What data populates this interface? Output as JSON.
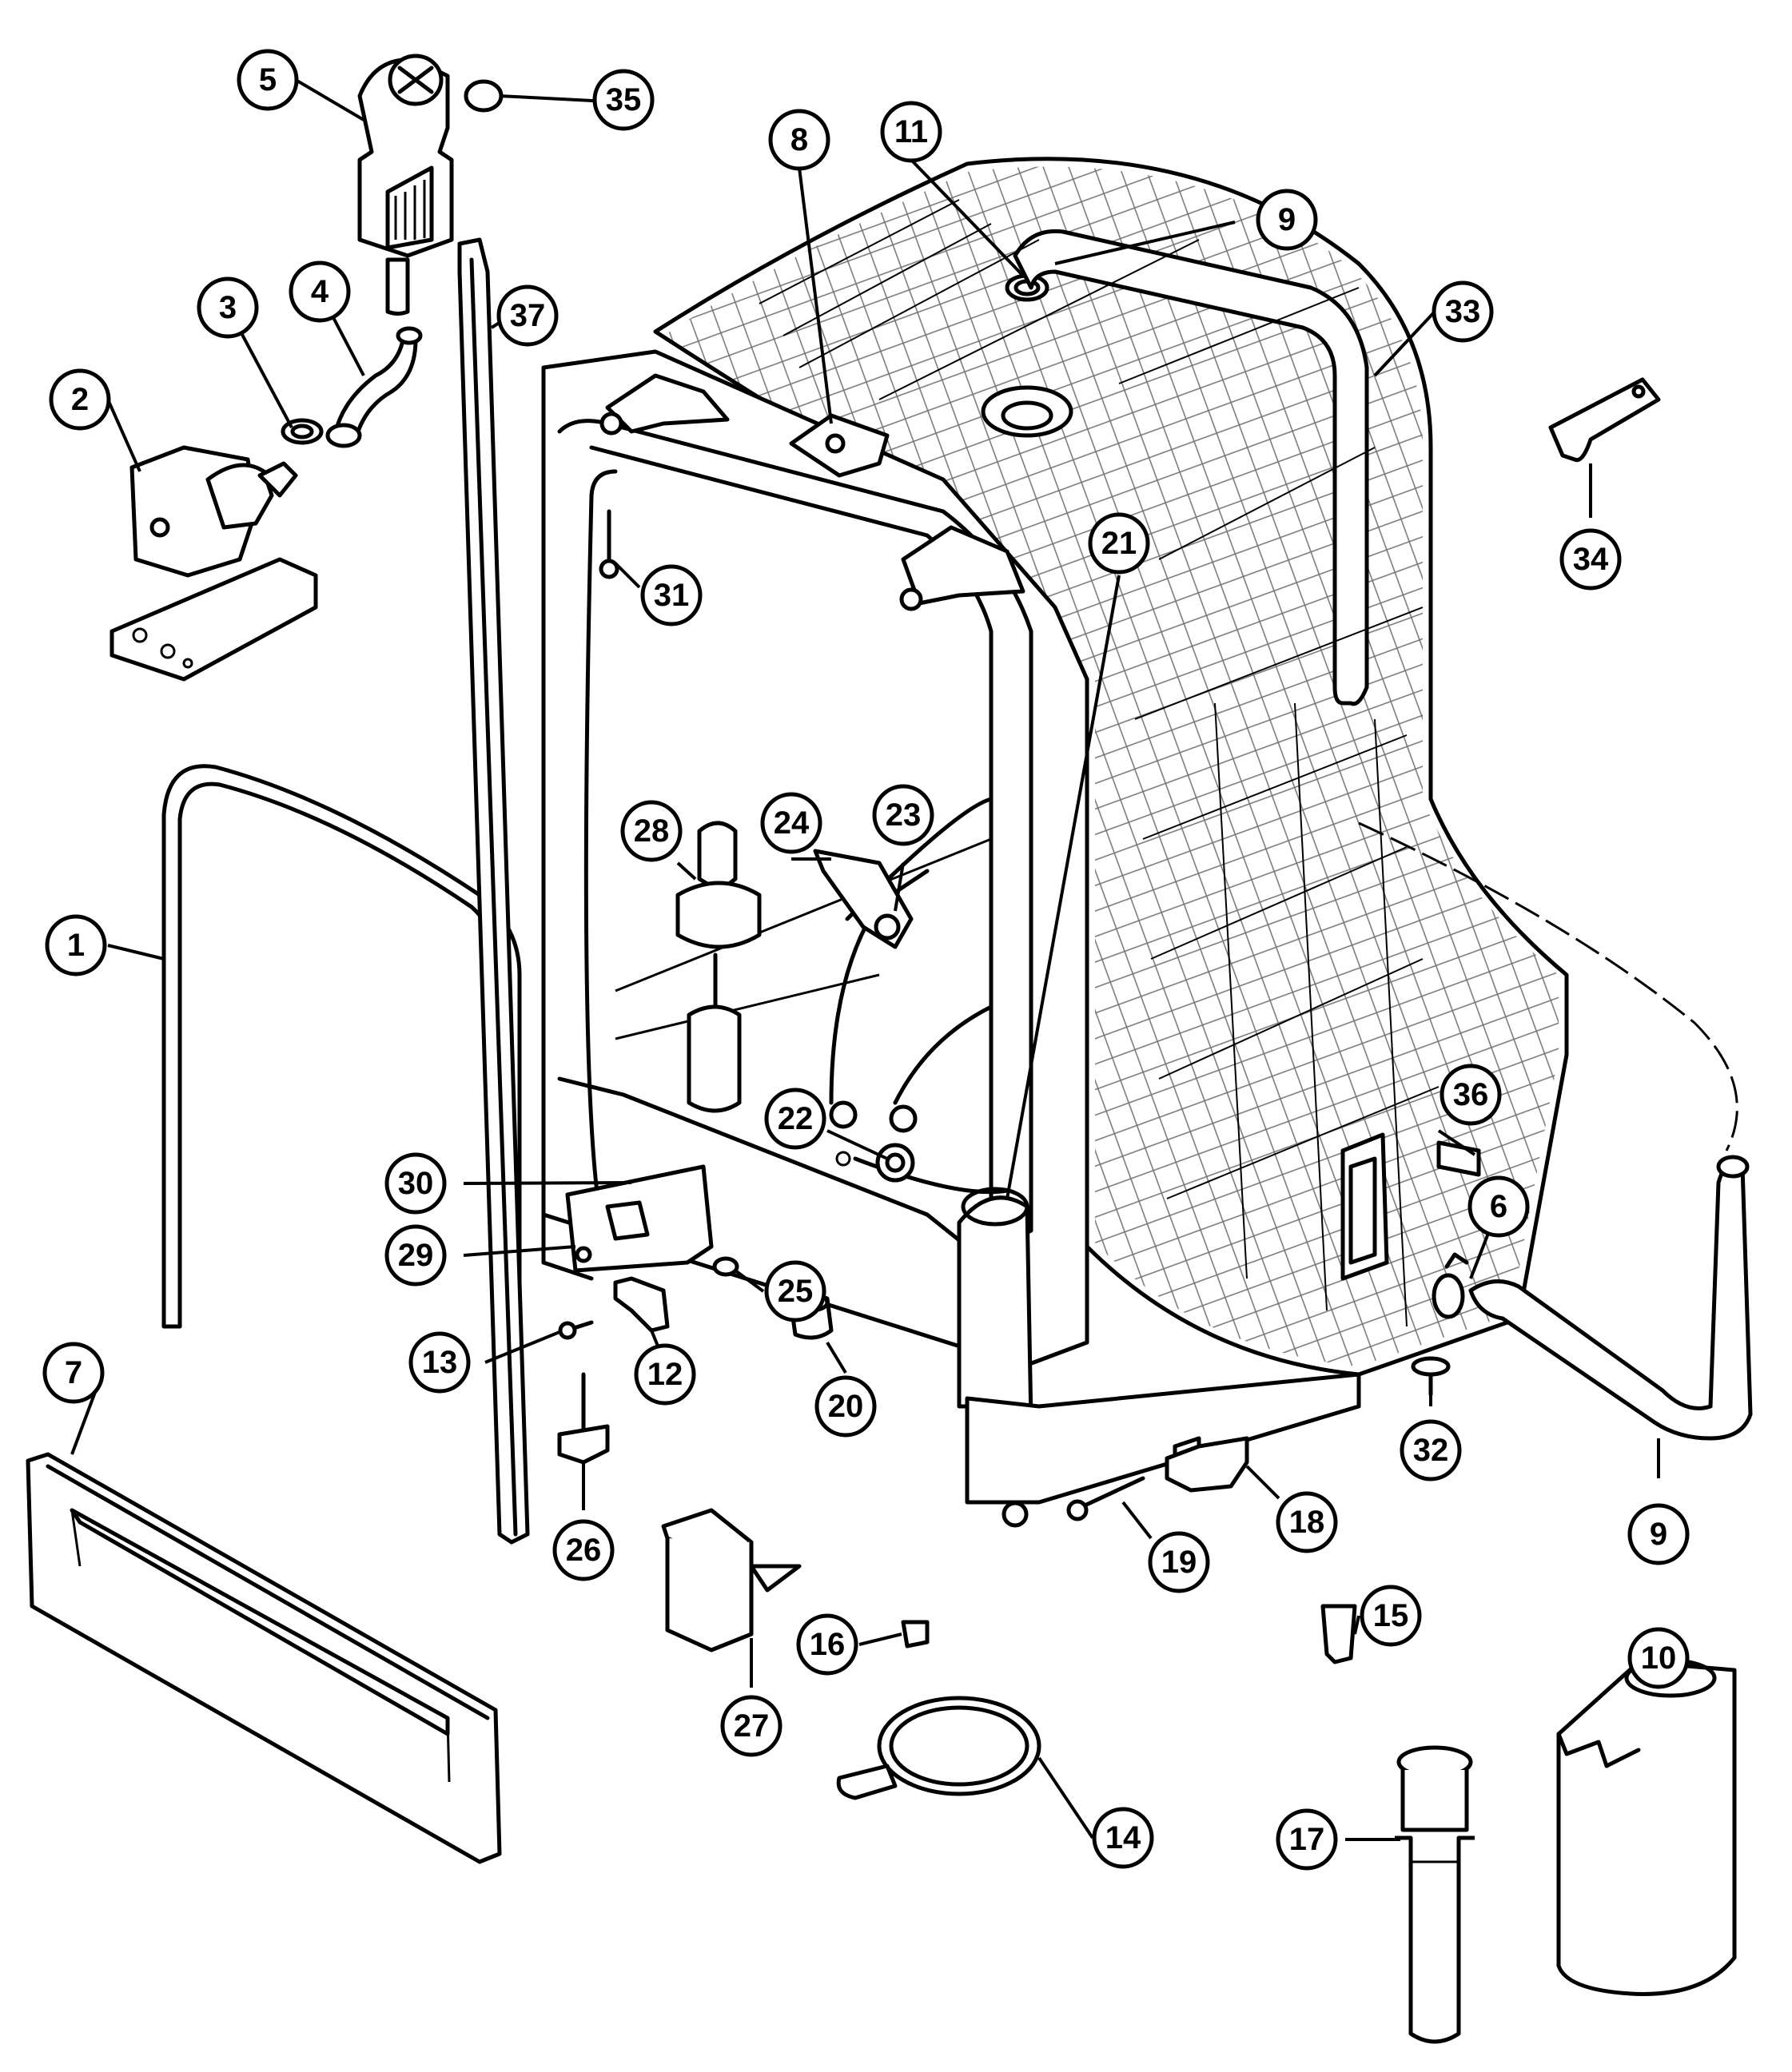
{
  "diagram": {
    "callouts": [
      {
        "id": "c1",
        "label": "1"
      },
      {
        "id": "c2",
        "label": "2"
      },
      {
        "id": "c3",
        "label": "3"
      },
      {
        "id": "c4",
        "label": "4"
      },
      {
        "id": "c5",
        "label": "5"
      },
      {
        "id": "c6",
        "label": "6"
      },
      {
        "id": "c7",
        "label": "7"
      },
      {
        "id": "c8",
        "label": "8"
      },
      {
        "id": "c9a",
        "label": "9"
      },
      {
        "id": "c9b",
        "label": "9"
      },
      {
        "id": "c10",
        "label": "10"
      },
      {
        "id": "c11",
        "label": "11"
      },
      {
        "id": "c12",
        "label": "12"
      },
      {
        "id": "c13",
        "label": "13"
      },
      {
        "id": "c14",
        "label": "14"
      },
      {
        "id": "c15",
        "label": "15"
      },
      {
        "id": "c16",
        "label": "16"
      },
      {
        "id": "c17",
        "label": "17"
      },
      {
        "id": "c18",
        "label": "18"
      },
      {
        "id": "c19",
        "label": "19"
      },
      {
        "id": "c20",
        "label": "20"
      },
      {
        "id": "c21",
        "label": "21"
      },
      {
        "id": "c22",
        "label": "22"
      },
      {
        "id": "c23",
        "label": "23"
      },
      {
        "id": "c24",
        "label": "24"
      },
      {
        "id": "c25",
        "label": "25"
      },
      {
        "id": "c26",
        "label": "26"
      },
      {
        "id": "c27",
        "label": "27"
      },
      {
        "id": "c28",
        "label": "28"
      },
      {
        "id": "c29",
        "label": "29"
      },
      {
        "id": "c30",
        "label": "30"
      },
      {
        "id": "c31",
        "label": "31"
      },
      {
        "id": "c32",
        "label": "32"
      },
      {
        "id": "c33",
        "label": "33"
      },
      {
        "id": "c34",
        "label": "34"
      },
      {
        "id": "c35",
        "label": "35"
      },
      {
        "id": "c36",
        "label": "36"
      },
      {
        "id": "c37",
        "label": "37"
      }
    ]
  }
}
